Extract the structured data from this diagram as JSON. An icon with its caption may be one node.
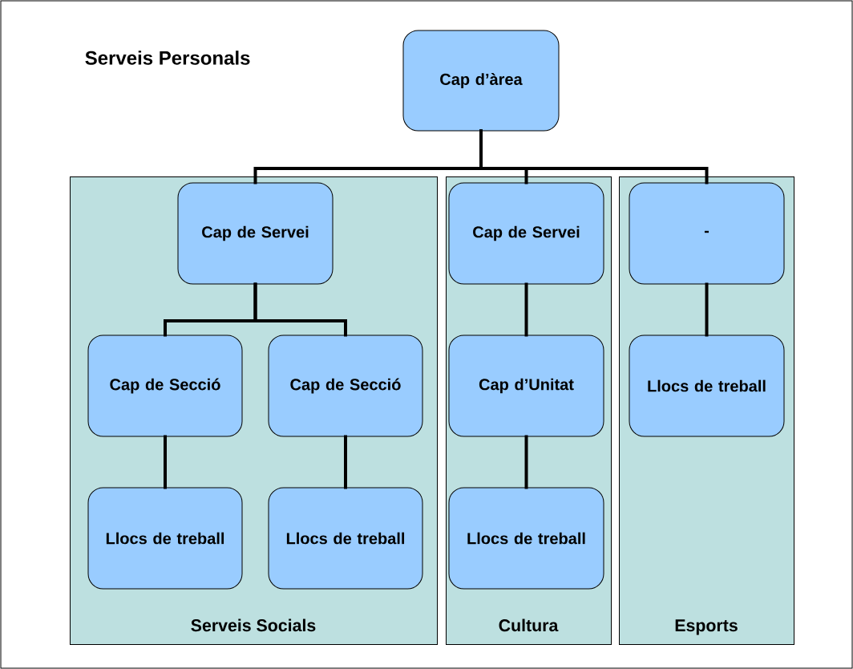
{
  "diagram": {
    "title": "Serveis Personals",
    "nodes": [
      {
        "text": [
          "Cap d’àrea"
        ]
      },
      {
        "text": [
          "Serveis Socials"
        ]
      },
      {
        "text": [
          "Cultura"
        ]
      },
      {
        "text": [
          "Esports"
        ]
      },
      {
        "text": [
          "Cap de Servei"
        ],
        "in": 1
      },
      {
        "text": [
          "Cap de Secció"
        ],
        "in": 1
      },
      {
        "text": [
          "Cap de Secció"
        ],
        "in": 1
      },
      {
        "text": [
          "Llocs de treball"
        ],
        "in": 1
      },
      {
        "text": [
          "Llocs de treball"
        ],
        "in": 1
      },
      {
        "text": [
          "Cap de Servei"
        ],
        "in": 2
      },
      {
        "text": [
          "Cap d’Unitat"
        ],
        "in": 2
      },
      {
        "text": [
          "Llocs de treball"
        ],
        "in": 2
      },
      {
        "text": [
          "-"
        ],
        "in": 3
      },
      {
        "text": [
          "Llocs de treball"
        ],
        "in": 3
      }
    ],
    "edges": [
      {
        "from": 0,
        "to": 4,
        "arrow": "none"
      },
      {
        "from": 0,
        "to": 9,
        "arrow": "none"
      },
      {
        "from": 0,
        "to": 12,
        "arrow": "none"
      },
      {
        "from": 4,
        "to": 5,
        "arrow": "none"
      },
      {
        "from": 4,
        "to": 6,
        "arrow": "none"
      },
      {
        "from": 5,
        "to": 7,
        "arrow": "none"
      },
      {
        "from": 6,
        "to": 8,
        "arrow": "none"
      },
      {
        "from": 9,
        "to": 10,
        "arrow": "none"
      },
      {
        "from": 10,
        "to": 11,
        "arrow": "none"
      },
      {
        "from": 12,
        "to": 13,
        "arrow": "none"
      }
    ]
  }
}
